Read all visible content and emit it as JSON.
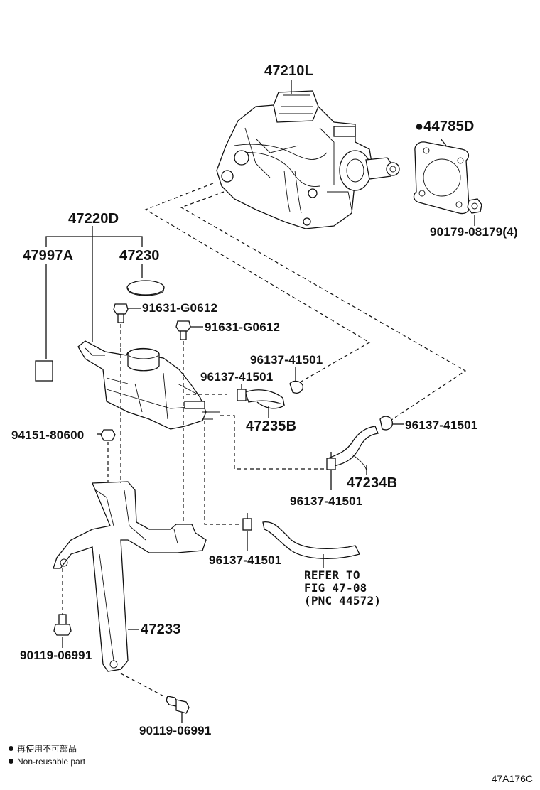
{
  "parts": {
    "booster_assy": "47210L",
    "gasket": "44785D",
    "gasket_marker": "●",
    "booster_nut": "90179-08179(4)",
    "reservoir_assy": "47220D",
    "label_plate": "47997A",
    "reservoir_cap": "47230",
    "bolt_upper_1": "91631-G0612",
    "bolt_upper_2": "91631-G0612",
    "clamp_a": "96137-41501",
    "clamp_b": "96137-41501",
    "hose_a": "47235B",
    "clamp_c": "96137-41501",
    "hose_b": "47234B",
    "clamp_d": "96137-41501",
    "nut_left": "94151-80600",
    "clamp_e": "96137-41501",
    "refer_line1": "REFER TO",
    "refer_line2": "FIG 47-08",
    "refer_line3": "(PNC 44572)",
    "bracket": "47233",
    "bolt_lower_1": "90119-06991",
    "bolt_lower_2": "90119-06991"
  },
  "legend": {
    "marker": "●",
    "line1": "再使用不可部品",
    "line2": "Non-reusable part"
  },
  "figure_code": "47A176C"
}
